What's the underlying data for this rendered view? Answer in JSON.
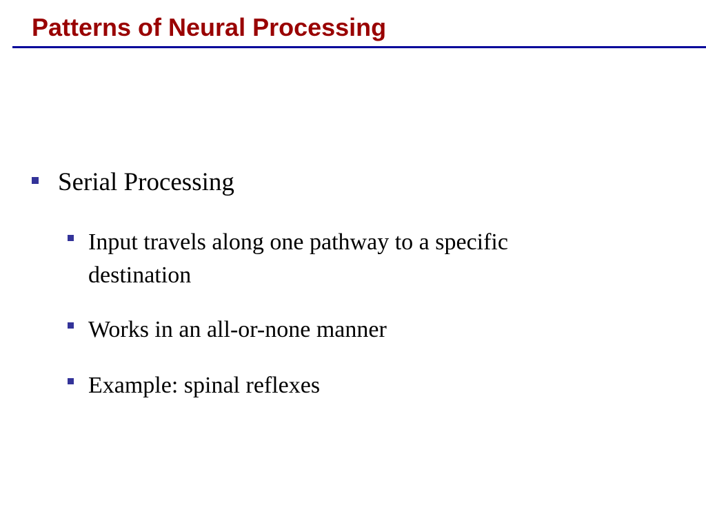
{
  "slide": {
    "title": "Patterns of Neural Processing",
    "colors": {
      "title": "#990000",
      "rule": "#000099",
      "bullet": "#333399",
      "body_text": "#000000"
    },
    "bullets": [
      {
        "text": "Serial Processing",
        "sub_bullets": [
          "Input travels along one pathway to a specific destination",
          "Works in an all-or-none manner",
          "Example: spinal reflexes"
        ]
      }
    ]
  }
}
